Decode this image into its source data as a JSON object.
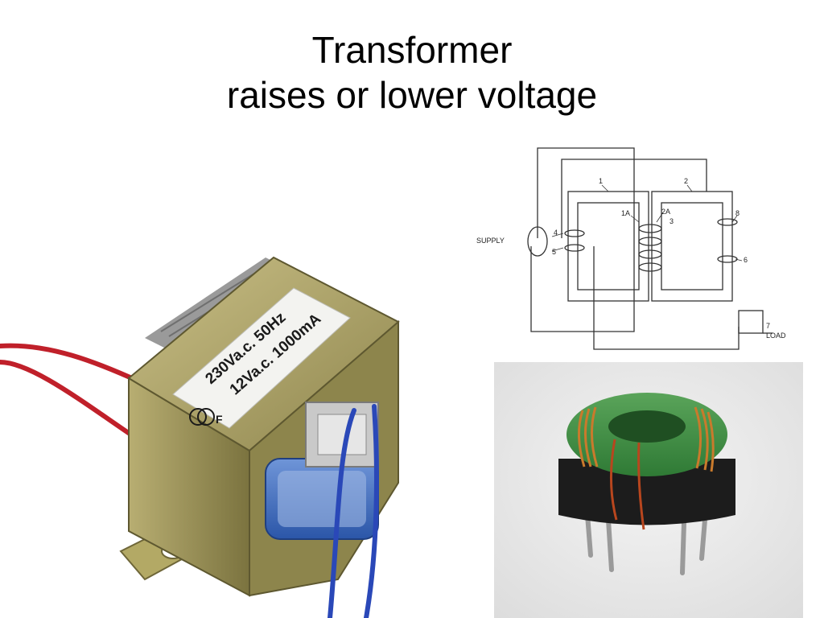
{
  "slide": {
    "title_line1": "Transformer",
    "title_line2": "raises or lower voltage"
  },
  "transformer_photo": {
    "label_line1": "230Va.c. 50Hz",
    "label_line2": "12Va.c. 1000mA",
    "label_mark": "F",
    "colors": {
      "housing": "#a39a5e",
      "bobbin": "#3f6fc0",
      "lead_red": "#c0202a",
      "lead_blue": "#2a48b8"
    }
  },
  "schematic": {
    "supply_label": "SUPPLY",
    "load_label": "LOAD",
    "numbers": [
      "1",
      "2",
      "1A",
      "2A",
      "3",
      "4",
      "5",
      "6",
      "7",
      "8"
    ]
  },
  "toroid_photo": {
    "colors": {
      "core": "#3f8f3f",
      "base": "#1c1c1c",
      "copper": "#c97a2c"
    }
  }
}
